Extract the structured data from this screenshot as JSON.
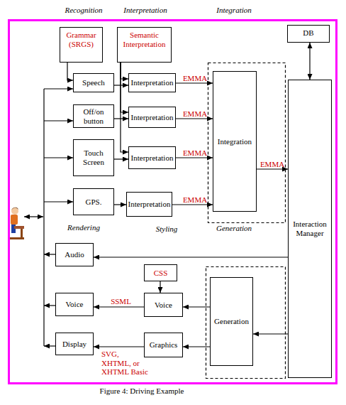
{
  "diagram": {
    "caption": "Figure 4: Driving Example",
    "nodes": [
      {
        "text": [
          "Grammar (SRGS)"
        ]
      },
      {
        "text": [
          "Semantic Interpretation"
        ]
      },
      {
        "text": [
          "DB"
        ]
      },
      {
        "text": [
          "Speech"
        ]
      },
      {
        "text": [
          "Interpretation"
        ]
      },
      {
        "text": [
          "Off/on button"
        ]
      },
      {
        "text": [
          "Interpretation"
        ]
      },
      {
        "text": [
          "Touch Screen"
        ]
      },
      {
        "text": [
          "Interpretation"
        ]
      },
      {
        "text": [
          "GPS."
        ]
      },
      {
        "text": [
          "Interpretation"
        ]
      },
      {
        "text": [
          "Integration"
        ]
      },
      {
        "text": [
          "Interaction Manager"
        ]
      },
      {
        "text": [
          "Audio"
        ]
      },
      {
        "text": [
          "CSS"
        ]
      },
      {
        "text": [
          "Generation"
        ]
      },
      {
        "text": [
          "Voice"
        ]
      },
      {
        "text": [
          "Voice"
        ]
      },
      {
        "text": [
          "Display"
        ]
      },
      {
        "text": [
          "Graphics"
        ]
      }
    ],
    "edges": [
      {
        "from": 0,
        "to": 3,
        "arrow": "to"
      },
      {
        "from": 1,
        "to": 4,
        "arrow": "to"
      },
      {
        "from": 1,
        "to": 6,
        "arrow": "to"
      },
      {
        "from": 1,
        "to": 8,
        "arrow": "to"
      },
      {
        "from": 3,
        "to": 4,
        "arrow": "to"
      },
      {
        "from": 5,
        "to": 6,
        "arrow": "to"
      },
      {
        "from": 7,
        "to": 8,
        "arrow": "to"
      },
      {
        "from": 9,
        "to": 10,
        "arrow": "to"
      },
      {
        "from": 4,
        "to": 11,
        "arrow": "to",
        "label": "EMMA"
      },
      {
        "from": 6,
        "to": 11,
        "arrow": "to",
        "label": "EMMA"
      },
      {
        "from": 8,
        "to": 11,
        "arrow": "to",
        "label": "EMMA"
      },
      {
        "from": 10,
        "to": 11,
        "arrow": "to",
        "label": "EMMA"
      },
      {
        "from": 11,
        "to": 12,
        "arrow": "to",
        "label": "EMMA"
      },
      {
        "from": 2,
        "to": 12,
        "arrow": "both"
      },
      {
        "from": 12,
        "to": 13,
        "arrow": "to"
      },
      {
        "from": 12,
        "to": 15,
        "arrow": "to"
      },
      {
        "from": 15,
        "to": 17,
        "arrow": "to"
      },
      {
        "from": 15,
        "to": 19,
        "arrow": "to"
      },
      {
        "from": 14,
        "to": 17,
        "arrow": "to"
      },
      {
        "from": 17,
        "to": 16,
        "arrow": "to",
        "label": "SSML"
      },
      {
        "from": 19,
        "to": 18,
        "arrow": "to",
        "label": "SVG, XHTML, or XHTML Basic"
      }
    ],
    "labels": [
      "Recognition",
      "Interpretation",
      "Integration",
      "Rendering",
      "Styling",
      "Generation"
    ]
  }
}
